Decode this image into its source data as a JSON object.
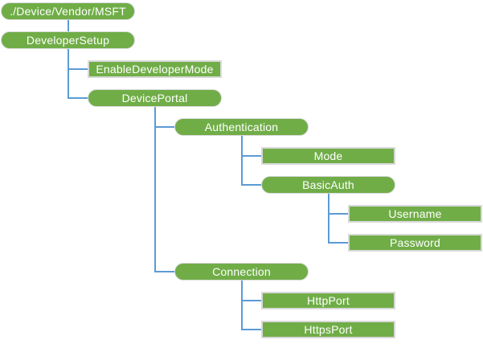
{
  "diagram": {
    "background": "#FFFFFF",
    "node_fill": "#70AD47",
    "node_border": "#D9D9D9",
    "connector_color": "#5B9BD5",
    "text_color": "#FFFFFF",
    "nodes": [
      {
        "id": "msft",
        "label": "./Device/Vendor/MSFT",
        "shape": "pill",
        "col": 0,
        "row": 0
      },
      {
        "id": "developersetup",
        "label": "DeveloperSetup",
        "shape": "pill",
        "col": 0,
        "row": 1
      },
      {
        "id": "enabledevelopermode",
        "label": "EnableDeveloperMode",
        "shape": "rect",
        "col": 1,
        "row": 2
      },
      {
        "id": "deviceportal",
        "label": "DevicePortal",
        "shape": "pill",
        "col": 1,
        "row": 3
      },
      {
        "id": "authentication",
        "label": "Authentication",
        "shape": "pill",
        "col": 2,
        "row": 4
      },
      {
        "id": "mode",
        "label": "Mode",
        "shape": "rect",
        "col": 3,
        "row": 5
      },
      {
        "id": "basicauth",
        "label": "BasicAuth",
        "shape": "pill",
        "col": 3,
        "row": 6
      },
      {
        "id": "username",
        "label": "Username",
        "shape": "rect",
        "col": 4,
        "row": 7
      },
      {
        "id": "password",
        "label": "Password",
        "shape": "rect",
        "col": 4,
        "row": 8
      },
      {
        "id": "connection",
        "label": "Connection",
        "shape": "pill",
        "col": 2,
        "row": 9
      },
      {
        "id": "httpport",
        "label": "HttpPort",
        "shape": "rect",
        "col": 3,
        "row": 10
      },
      {
        "id": "httpsport",
        "label": "HttpsPort",
        "shape": "rect",
        "col": 3,
        "row": 11
      }
    ],
    "edges": [
      {
        "parent": "msft",
        "children": [
          "developersetup"
        ]
      },
      {
        "parent": "developersetup",
        "children": [
          "enabledevelopermode",
          "deviceportal"
        ]
      },
      {
        "parent": "deviceportal",
        "children": [
          "authentication",
          "connection"
        ]
      },
      {
        "parent": "authentication",
        "children": [
          "mode",
          "basicauth"
        ]
      },
      {
        "parent": "basicauth",
        "children": [
          "username",
          "password"
        ]
      },
      {
        "parent": "connection",
        "children": [
          "httpport",
          "httpsport"
        ]
      }
    ]
  }
}
